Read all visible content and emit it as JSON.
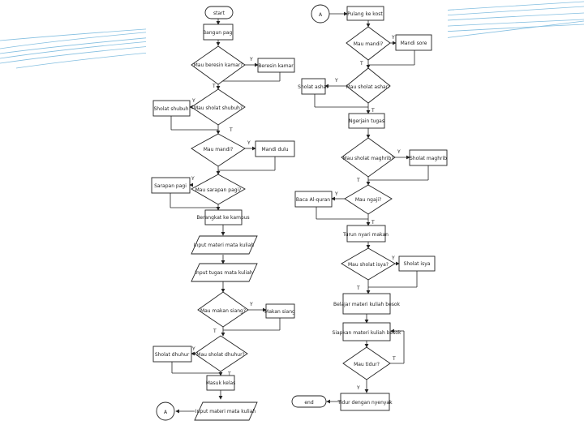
{
  "colors": {
    "wave": "#5aa9d6",
    "line": "#222222",
    "page": "#ffffff"
  },
  "labels": {
    "start": "start",
    "bangun_pagi": "Bangun pagi",
    "mau_beresin_kamar": "Mau beresin kamar?",
    "beresin_kamar": "Beresin kamar",
    "sholat_shubuh": "Sholat shubuh",
    "mau_sholat_shubuh": "Mau sholat shubuh?",
    "mau_mandi": "Mau mandi?",
    "mandi_dulu": "Mandi dulu",
    "sarapan_pagi": "Sarapan pagi",
    "mau_sarapan_pagi": "Mau sarapan pagi?",
    "berangkat_ke_kampus": "Berangkat ke kampus",
    "input_materi_1": "Input materi mata kuliah",
    "input_tugas": "Input tugas mata kuliah",
    "mau_makan_siang": "Mau makan siang?",
    "makan_siang": "Makan siang",
    "sholat_dhuhur": "Sholat dhuhur",
    "mau_sholat_dhuhur": "Mau sholat dhuhur?",
    "masuk_kelas": "Masuk kelas",
    "connector_a": "A",
    "input_materi_2": "Input materi mata kuliah",
    "pulang_ke_kost": "Pulang ke kost",
    "mau_mandi_sore": "Mau mandi?",
    "mandi_sore": "Mandi sore",
    "sholat_ashar": "Sholat ashar",
    "mau_sholat_ashar": "Mau sholat ashar?",
    "ngerjain_tugas": "Ngerjain tugas",
    "mau_sholat_maghrib": "Mau sholat maghrib?",
    "sholat_maghrib": "Sholat maghrib",
    "baca_alquran": "Baca Al-quran",
    "mau_ngaji": "Mau ngaji?",
    "turun_nyari_makan": "Turun nyari makan",
    "mau_sholat_isya": "Mau sholat isya?",
    "sholat_isya": "Sholat isya",
    "belajar_materi": "Belajar materi kuliah besok",
    "siapkan_materi": "Siapkan materi kuliah besok",
    "mau_tidur": "Mau tidur?",
    "tidur": "Tidur dengan nyenyak",
    "end": "end",
    "yes": "Y",
    "no": "T"
  }
}
